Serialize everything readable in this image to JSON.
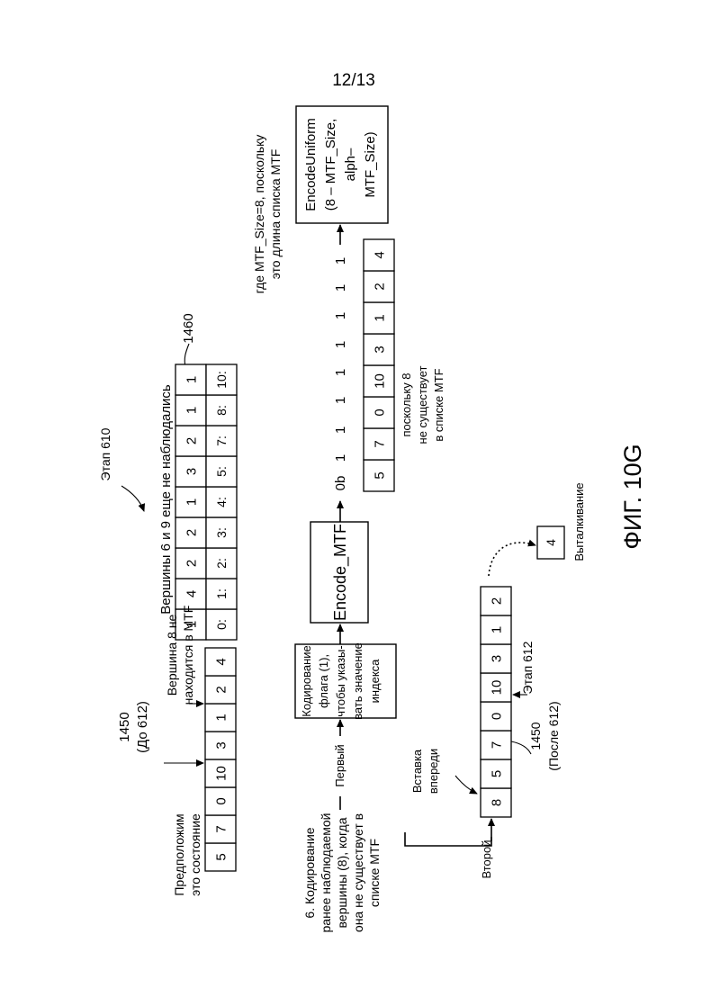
{
  "page_number": "12/13",
  "figure_label": "ФИГ. 10G",
  "step_610": "Этап 610",
  "step_612": "Этап 612",
  "assume_text": [
    "Предположим",
    "это состояние"
  ],
  "ref_1450_before": [
    "1450",
    "(До 612)"
  ],
  "vertex8_note": [
    "Вершина 8 не",
    "находится в MTF"
  ],
  "mtf_before": [
    "5",
    "7",
    "0",
    "10",
    "3",
    "1",
    "2",
    "4"
  ],
  "vertices_unseen": "Вершины 6 и 9 еще не наблюдались",
  "ref_1460": "1460",
  "table_1460_top": [
    "1",
    "4",
    "2",
    "2",
    "1",
    "3",
    "2",
    "1",
    "1"
  ],
  "table_1460_bottom": [
    "0:",
    "1:",
    "2:",
    "3:",
    "4:",
    "5:",
    "7:",
    "8:",
    "10:"
  ],
  "step6_text": [
    "6. Кодирование",
    "ранее наблюдаемой",
    "вершины (8), когда",
    "она не существует в",
    "списке MTF"
  ],
  "first_label": "Первый",
  "second_label": "Второй",
  "flag_box": [
    "Кодирование",
    "флага (1),",
    "чтобы указы-",
    "вать значение",
    "индекса"
  ],
  "encode_mtf": "Encode_MTF",
  "ob_label": "0b",
  "ones": [
    "1",
    "1",
    "1",
    "1",
    "1",
    "1",
    "1",
    "1"
  ],
  "where_note": [
    "где MTF_Size=8, поскольку",
    "это длина списка MTF"
  ],
  "encode_uniform": [
    "EncodeUniform",
    "(8 – MTF_Size,",
    "alph–",
    "MTF_Size)"
  ],
  "mtf_compare": [
    "5",
    "7",
    "0",
    "10",
    "3",
    "1",
    "2",
    "4"
  ],
  "since_note": [
    "поскольку 8",
    "не существует",
    "в списке MTF"
  ],
  "insert_front": [
    "Вставка",
    "впереди"
  ],
  "mtf_after": [
    "8",
    "5",
    "7",
    "0",
    "10",
    "3",
    "1",
    "2"
  ],
  "ref_1450_after": [
    "1450",
    "(После 612)"
  ],
  "popped_value": "4",
  "push_out": "Выталкивание"
}
